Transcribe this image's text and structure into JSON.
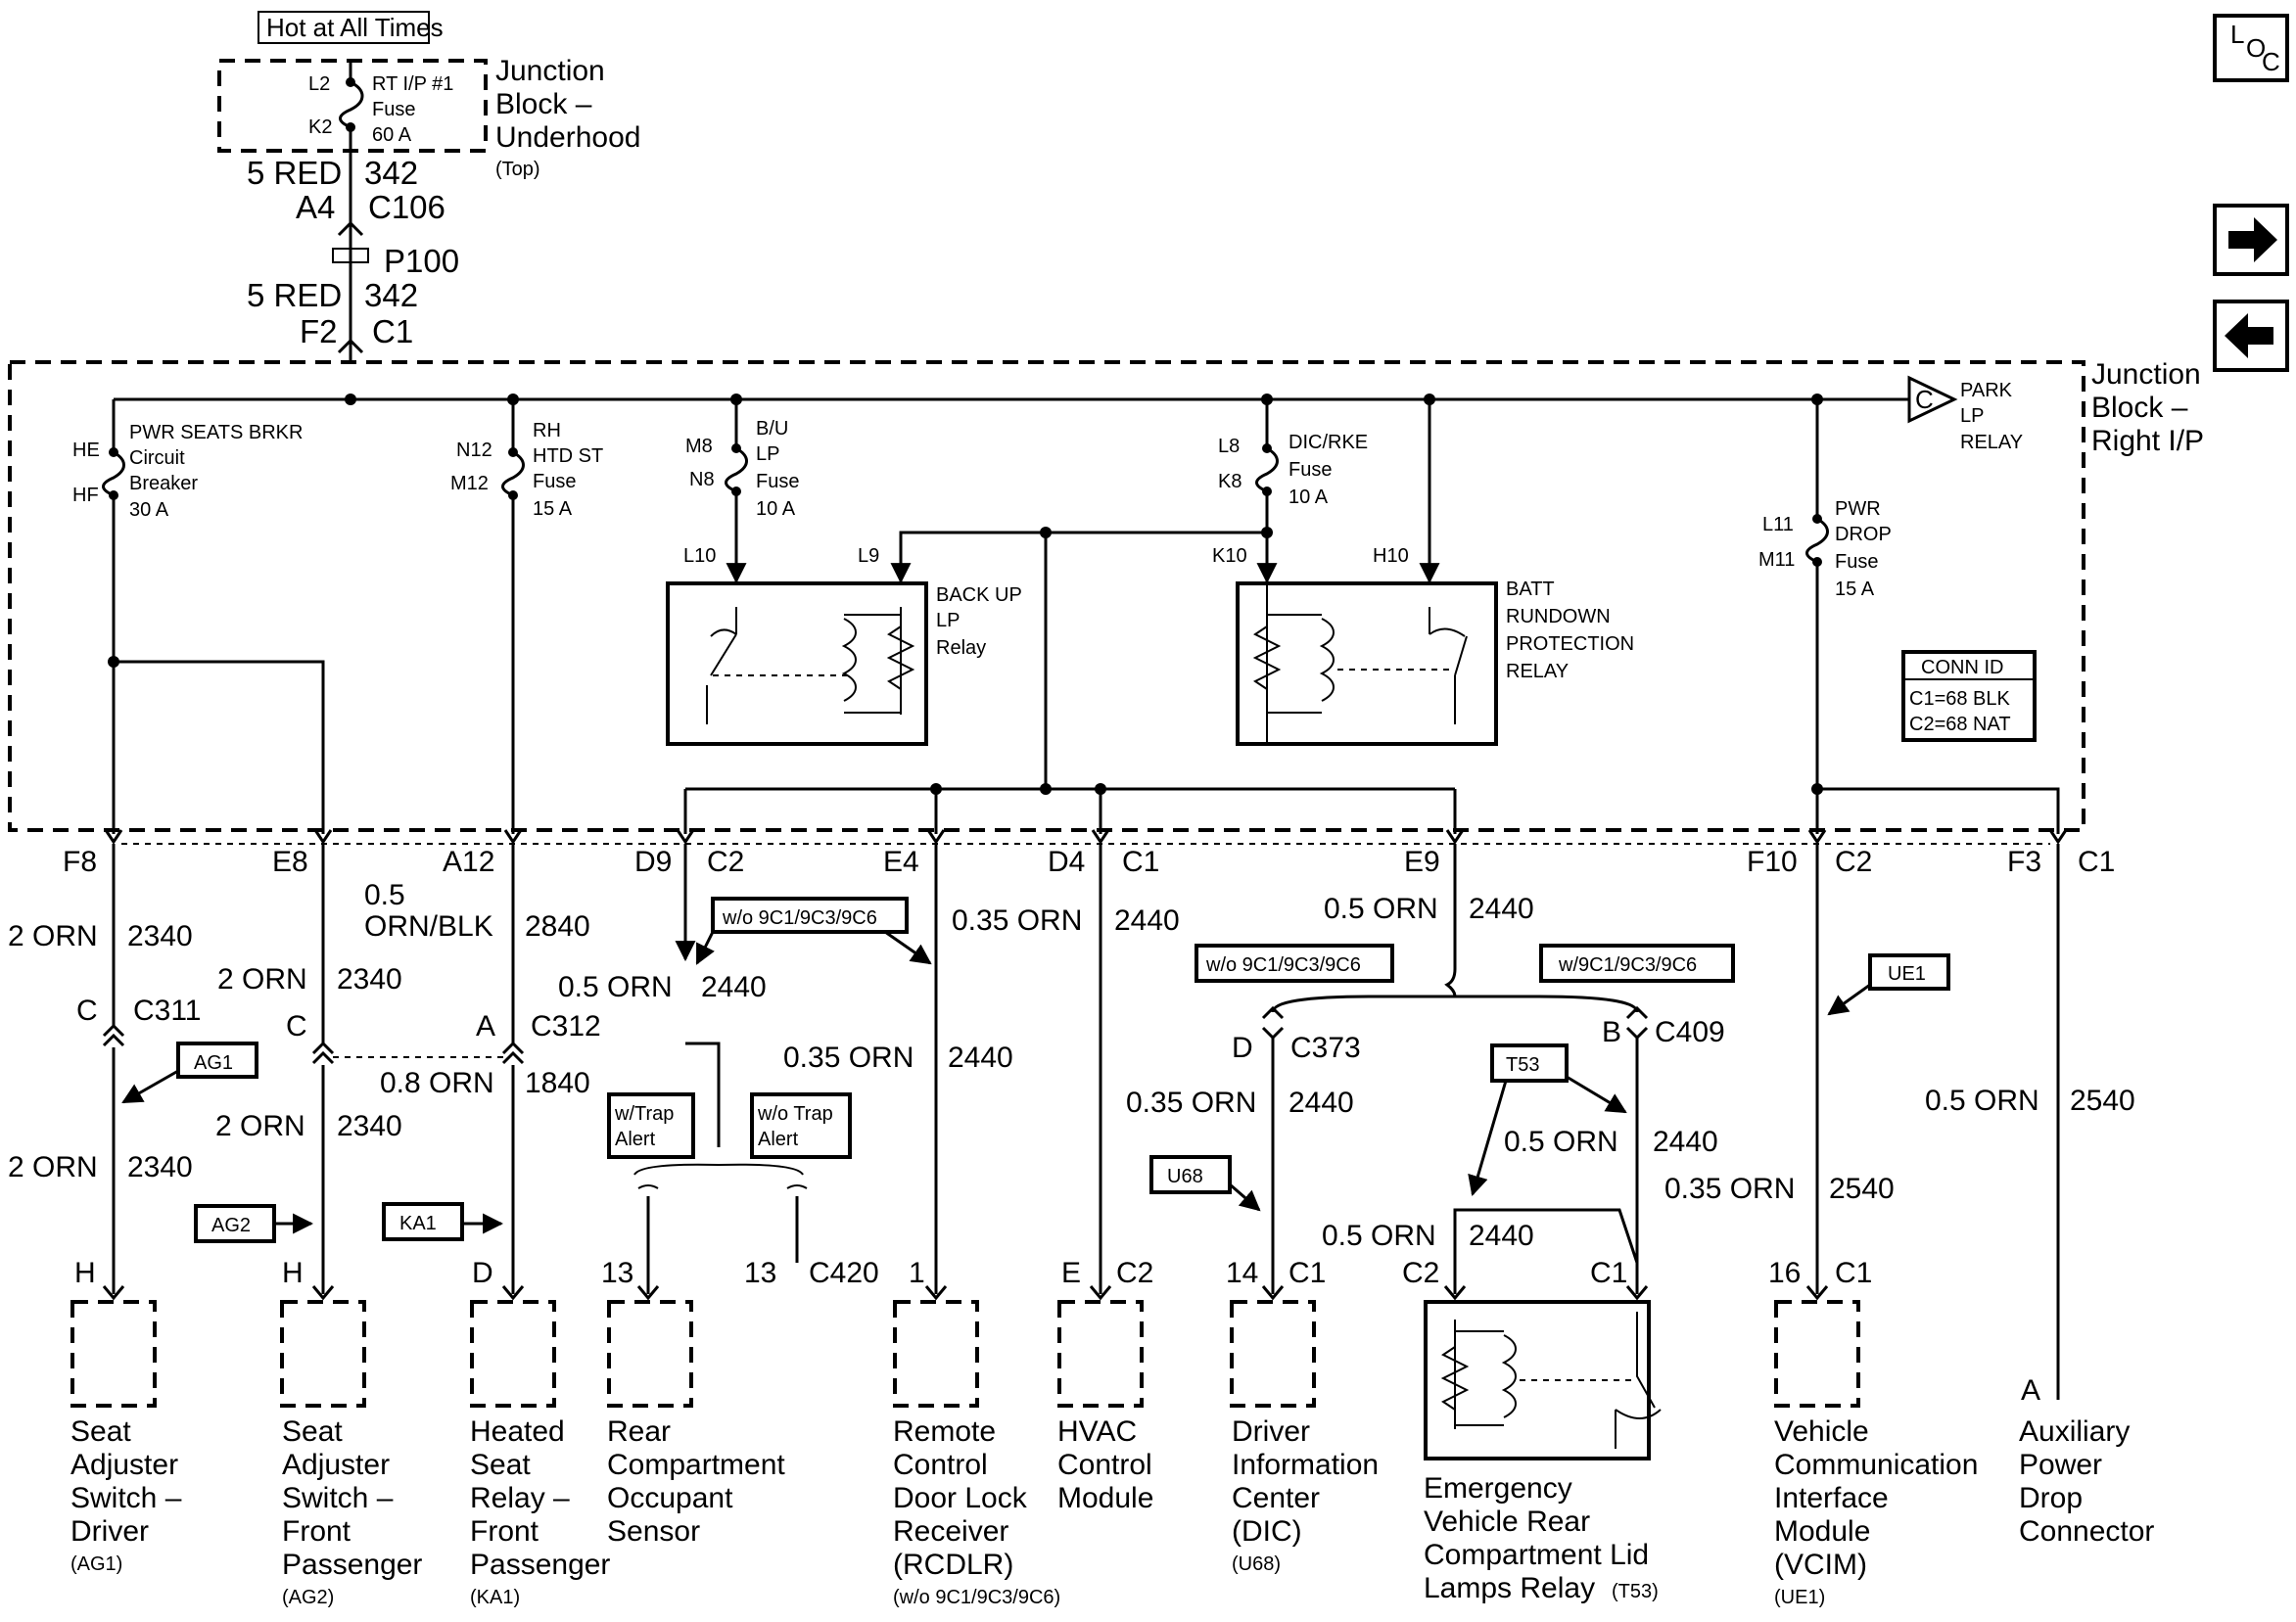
{
  "hot_label": "Hot at All Times",
  "loc": {
    "l": "L",
    "o": "O",
    "c": "C"
  },
  "jb_under": {
    "title": [
      "Junction",
      "Block –",
      "Underhood"
    ],
    "sub": "(Top)",
    "fuse": [
      "RT I/P #1",
      "Fuse",
      "60 A"
    ],
    "pins": [
      "L2",
      "K2"
    ]
  },
  "feed": {
    "wire1": [
      "5 RED",
      "342"
    ],
    "conn1": [
      "A4",
      "C106"
    ],
    "splice": "P100",
    "wire2": [
      "5 RED",
      "342"
    ],
    "conn2": [
      "F2",
      "C1"
    ]
  },
  "jb_right": {
    "title": [
      "Junction",
      "Block –",
      "Right I/P"
    ],
    "park": [
      "PARK",
      "LP",
      "RELAY"
    ],
    "park_tag": "C",
    "conn_id": [
      "CONN ID",
      "C1=68 BLK",
      "C2=68 NAT"
    ]
  },
  "fuses": [
    {
      "pins": [
        "HE",
        "HF"
      ],
      "text": [
        "PWR SEATS BRKR",
        "Circuit",
        "Breaker",
        "30 A"
      ]
    },
    {
      "pins": [
        "N12",
        "M12"
      ],
      "text": [
        "RH",
        "HTD ST",
        "Fuse",
        "15 A"
      ]
    },
    {
      "pins": [
        "M8",
        "N8"
      ],
      "text": [
        "B/U",
        "LP",
        "Fuse",
        "10 A"
      ]
    },
    {
      "pins": [
        "L8",
        "K8"
      ],
      "text": [
        "DIC/RKE",
        "Fuse",
        "10 A"
      ]
    },
    {
      "pins": [
        "L11",
        "M11"
      ],
      "text": [
        "PWR",
        "DROP",
        "Fuse",
        "15 A"
      ]
    }
  ],
  "relays": {
    "backup": {
      "name": [
        "BACK UP",
        "LP",
        "Relay"
      ],
      "pins": [
        "L10",
        "L9"
      ]
    },
    "batt": {
      "name": [
        "BATT",
        "RUNDOWN",
        "PROTECTION",
        "RELAY"
      ],
      "pins": [
        "K10",
        "H10"
      ]
    }
  },
  "outputs": [
    {
      "pin": "F8",
      "conn": ""
    },
    {
      "pin": "E8",
      "conn": ""
    },
    {
      "pin": "A12",
      "conn": ""
    },
    {
      "pin": "D9",
      "conn": "C2"
    },
    {
      "pin": "E4",
      "conn": ""
    },
    {
      "pin": "D4",
      "conn": "C1"
    },
    {
      "pin": "E9",
      "conn": ""
    },
    {
      "pin": "F10",
      "conn": "C2"
    },
    {
      "pin": "F3",
      "conn": "C1"
    }
  ],
  "wires": {
    "w1": [
      "2 ORN",
      "2340"
    ],
    "w2": [
      "2 ORN",
      "2340"
    ],
    "w3": [
      "0.5",
      "ORN/BLK",
      "2840"
    ],
    "w4": [
      "0.35 ORN",
      "2440"
    ],
    "w5": [
      "0.5 ORN",
      "2440"
    ],
    "w6": [
      "0.5 ORN",
      "2440"
    ],
    "w7": [
      "0.35 ORN",
      "2440"
    ],
    "w8": [
      "0.8 ORN",
      "1840"
    ],
    "w9": [
      "2 ORN",
      "2340"
    ],
    "w10": [
      "2 ORN",
      "2340"
    ],
    "w11": [
      "0.35 ORN",
      "2440"
    ],
    "w12": [
      "0.5 ORN",
      "2440"
    ],
    "w13": [
      "0.5 ORN",
      "2440"
    ],
    "w14": [
      "0.35 ORN",
      "2540"
    ],
    "w15": [
      "0.5 ORN",
      "2540"
    ]
  },
  "inline": {
    "c311": [
      "C",
      "C311"
    ],
    "c312": [
      "C",
      "A",
      "C312"
    ],
    "c373": [
      "D",
      "C373"
    ],
    "c409": [
      "B",
      "C409"
    ],
    "c420": [
      "13",
      "13",
      "C420"
    ]
  },
  "options": {
    "wo9c": "w/o 9C1/9C3/9C6",
    "w9c": "w/9C1/9C3/9C6",
    "wtrap": [
      "w/Trap",
      "Alert"
    ],
    "wotrap": [
      "w/o Trap",
      "Alert"
    ]
  },
  "refs": [
    "AG1",
    "AG2",
    "KA1",
    "U68",
    "T53",
    "UE1"
  ],
  "components": [
    {
      "pin": "H",
      "conn": "",
      "name": [
        "Seat",
        "Adjuster",
        "Switch –",
        "Driver"
      ],
      "code": "(AG1)"
    },
    {
      "pin": "H",
      "conn": "",
      "name": [
        "Seat",
        "Adjuster",
        "Switch –",
        "Front",
        "Passenger"
      ],
      "code": "(AG2)"
    },
    {
      "pin": "D",
      "conn": "",
      "name": [
        "Heated",
        "Seat",
        "Relay –",
        "Front",
        "Passenger"
      ],
      "code": "(KA1)"
    },
    {
      "pin": "13",
      "conn": "",
      "name": [
        "Rear",
        "Compartment",
        "Occupant",
        "Sensor"
      ],
      "code": ""
    },
    {
      "pin": "1",
      "conn": "",
      "name": [
        "Remote",
        "Control",
        "Door Lock",
        "Receiver",
        "(RCDLR)"
      ],
      "code": "(w/o 9C1/9C3/9C6)"
    },
    {
      "pin": "E",
      "conn": "C2",
      "name": [
        "HVAC",
        "Control",
        "Module"
      ],
      "code": ""
    },
    {
      "pin": "14",
      "conn": "C1",
      "name": [
        "Driver",
        "Information",
        "Center",
        "(DIC)"
      ],
      "code": "(U68)"
    },
    {
      "pin": "C2",
      "conn": "C1",
      "name": [
        "Emergency",
        "Vehicle Rear",
        "Compartment Lid",
        "Lamps Relay"
      ],
      "code": "(T53)"
    },
    {
      "pin": "16",
      "conn": "C1",
      "name": [
        "Vehicle",
        "Communication",
        "Interface",
        "Module",
        "(VCIM)"
      ],
      "code": "(UE1)"
    },
    {
      "pin": "A",
      "conn": "",
      "name": [
        "Auxiliary",
        "Power",
        "Drop",
        "Connector"
      ],
      "code": ""
    }
  ]
}
